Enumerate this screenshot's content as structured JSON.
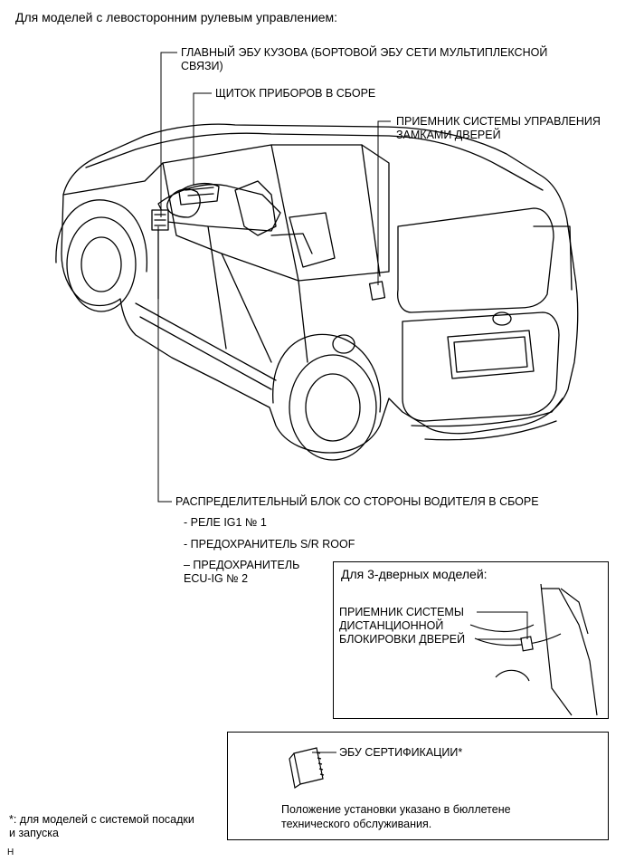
{
  "header": "Для моделей с левосторонним рулевым управлением:",
  "labels": {
    "main_ecu_line1": "ГЛАВНЫЙ ЭБУ КУЗОВА (БОРТОВОЙ ЭБУ СЕТИ МУЛЬТИПЛЕКСНОЙ",
    "main_ecu_line2": "СВЯЗИ)",
    "instrument_panel": "ЩИТОК ПРИБОРОВ В СБОРЕ",
    "door_lock_receiver_line1": "ПРИЕМНИК СИСТЕМЫ УПРАВЛЕНИЯ",
    "door_lock_receiver_line2": "ЗАМКАМИ ДВЕРЕЙ",
    "junction_block": "РАСПРЕДЕЛИТЕЛЬНЫЙ БЛОК СО СТОРОНЫ ВОДИТЕЛЯ В СБОРЕ",
    "relay": "- РЕЛЕ IG1 № 1",
    "fuse_roof": "- ПРЕДОХРАНИТЕЛЬ S/R ROOF",
    "fuse_ecu_line1": "– ПРЕДОХРАНИТЕЛЬ",
    "fuse_ecu_line2": "ECU-IG № 2"
  },
  "three_door_box": {
    "title": "Для 3-дверных моделей:",
    "receiver_line1": "ПРИЕМНИК СИСТЕМЫ",
    "receiver_line2": "ДИСТАНЦИОННОЙ",
    "receiver_line3": "БЛОКИРОВКИ ДВЕРЕЙ"
  },
  "cert_box": {
    "ecu_label": "ЭБУ СЕРТИФИКАЦИИ*",
    "note_line1": "Положение установки указано в бюллетене",
    "note_line2": "технического обслуживания."
  },
  "footnote": {
    "line1": "*: для моделей с системой посадки",
    "line2": "и запуска"
  },
  "corner_mark": "H"
}
